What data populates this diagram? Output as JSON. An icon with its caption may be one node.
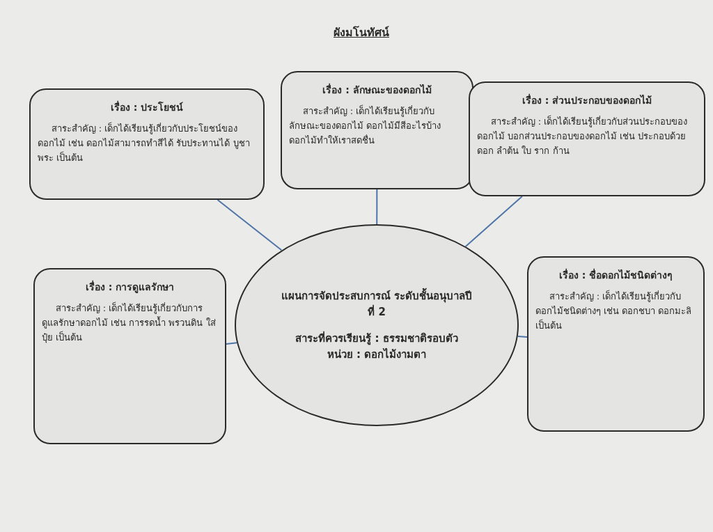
{
  "diagram": {
    "title": "ผังมโนทัศน์",
    "nodes": [
      {
        "text": [
          "เรื่อง : ประโยชน์",
          "สาระสำคัญ : เด็กได้เรียนรู้เกี่ยวกับประโยชน์ของดอกไม้ เช่น ดอกไม้สามารถทำสีได้ รับประทานได้ บูชาพระ เป็นต้น"
        ]
      },
      {
        "text": [
          "เรื่อง : ลักษณะของดอกไม้",
          "สาระสำคัญ : เด็กได้เรียนรู้เกี่ยวกับลักษณะของดอกไม้ ดอกไม้มีสีอะไรบ้าง ดอกไม้ทำให้เราสดชื่น"
        ]
      },
      {
        "text": [
          "เรื่อง : ส่วนประกอบของดอกไม้",
          "สาระสำคัญ : เด็กได้เรียนรู้เกี่ยวกับส่วนประกอบของดอกไม้  บอกส่วนประกอบของดอกไม้ เช่น ประกอบด้วยดอก ลำต้น ใบ ราก ก้าน"
        ]
      },
      {
        "text": [
          "เรื่อง : การดูแลรักษา",
          "สาระสำคัญ : เด็กได้เรียนรู้เกี่ยวกับการดูแลรักษาดอกไม้ เช่น การรดน้ำ พรวนดิน ใส่ปุ๋ย เป็นต้น"
        ]
      },
      {
        "text": [
          "แผนการจัดประสบการณ์ ระดับชั้นอนุบาลปีที่ 2",
          "สาระที่ควรเรียนรู้ : ธรรมชาติรอบตัว",
          "หน่วย : ดอกไม้งามตา"
        ]
      },
      {
        "text": [
          "เรื่อง : ชื่อดอกไม้ชนิดต่างๆ",
          "สาระสำคัญ : เด็กได้เรียนรู้เกี่ยวกับดอกไม้ชนิดต่างๆ เช่น ดอกชบา ดอกมะลิ เป็นต้น"
        ]
      }
    ],
    "edges": [
      {
        "from": 4,
        "to": 0,
        "arrow": "none"
      },
      {
        "from": 4,
        "to": 1,
        "arrow": "none"
      },
      {
        "from": 4,
        "to": 2,
        "arrow": "none"
      },
      {
        "from": 4,
        "to": 3,
        "arrow": "none"
      },
      {
        "from": 4,
        "to": 5,
        "arrow": "none"
      }
    ]
  }
}
